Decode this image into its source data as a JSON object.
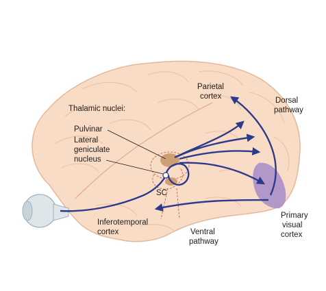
{
  "labels": {
    "thalamic_nuclei": "Thalamic nuclei:",
    "pulvinar": "Pulvinar",
    "lgn_line1": "Lateral",
    "lgn_line2": "geniculate",
    "lgn_line3": "nucleus",
    "parietal_line1": "Parietal",
    "parietal_line2": "cortex",
    "dorsal_line1": "Dorsal",
    "dorsal_line2": "pathway",
    "sc": "SC",
    "inferotemporal_line1": "Inferotemporal",
    "inferotemporal_line2": "cortex",
    "ventral_line1": "Ventral",
    "ventral_line2": "pathway",
    "primary_line1": "Primary",
    "primary_line2": "visual",
    "primary_line3": "cortex"
  },
  "colors": {
    "brain_fill": "#f9dcc6",
    "brain_outline": "#e3b89a",
    "gyri": "#ecc4a8",
    "pathway": "#2c3a8c",
    "visual_cortex": "#a58cc9",
    "nuclei": "#cf9f74",
    "eye": "#dfe6ea",
    "dashed": "#c0705a"
  }
}
